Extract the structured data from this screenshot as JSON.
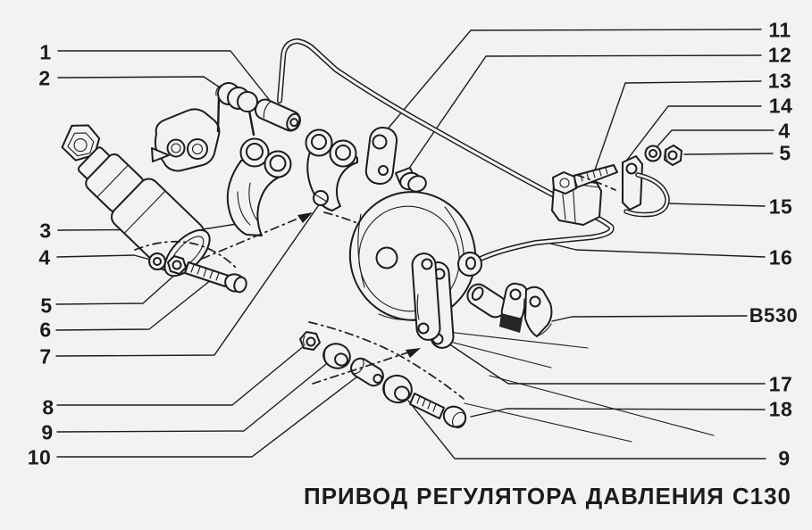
{
  "palette": {
    "background": "#f2f2f0",
    "ink": "#1c1c1c"
  },
  "caption": {
    "words": [
      "ПРИВОД",
      "РЕГУЛЯТОРА",
      "ДАВЛЕНИЯ",
      "С130"
    ]
  },
  "callouts": {
    "left": [
      {
        "label": "1"
      },
      {
        "label": "2"
      },
      {
        "label": "3"
      },
      {
        "label": "4"
      },
      {
        "label": "5"
      },
      {
        "label": "6"
      },
      {
        "label": "7"
      },
      {
        "label": "8"
      },
      {
        "label": "9"
      },
      {
        "label": "10"
      }
    ],
    "right": [
      {
        "label": "11"
      },
      {
        "label": "12"
      },
      {
        "label": "13"
      },
      {
        "label": "14"
      },
      {
        "label": "4"
      },
      {
        "label": "5"
      },
      {
        "label": "15"
      },
      {
        "label": "16"
      },
      {
        "label": "B530"
      },
      {
        "label": "17"
      },
      {
        "label": "18"
      },
      {
        "label": "9"
      }
    ]
  }
}
